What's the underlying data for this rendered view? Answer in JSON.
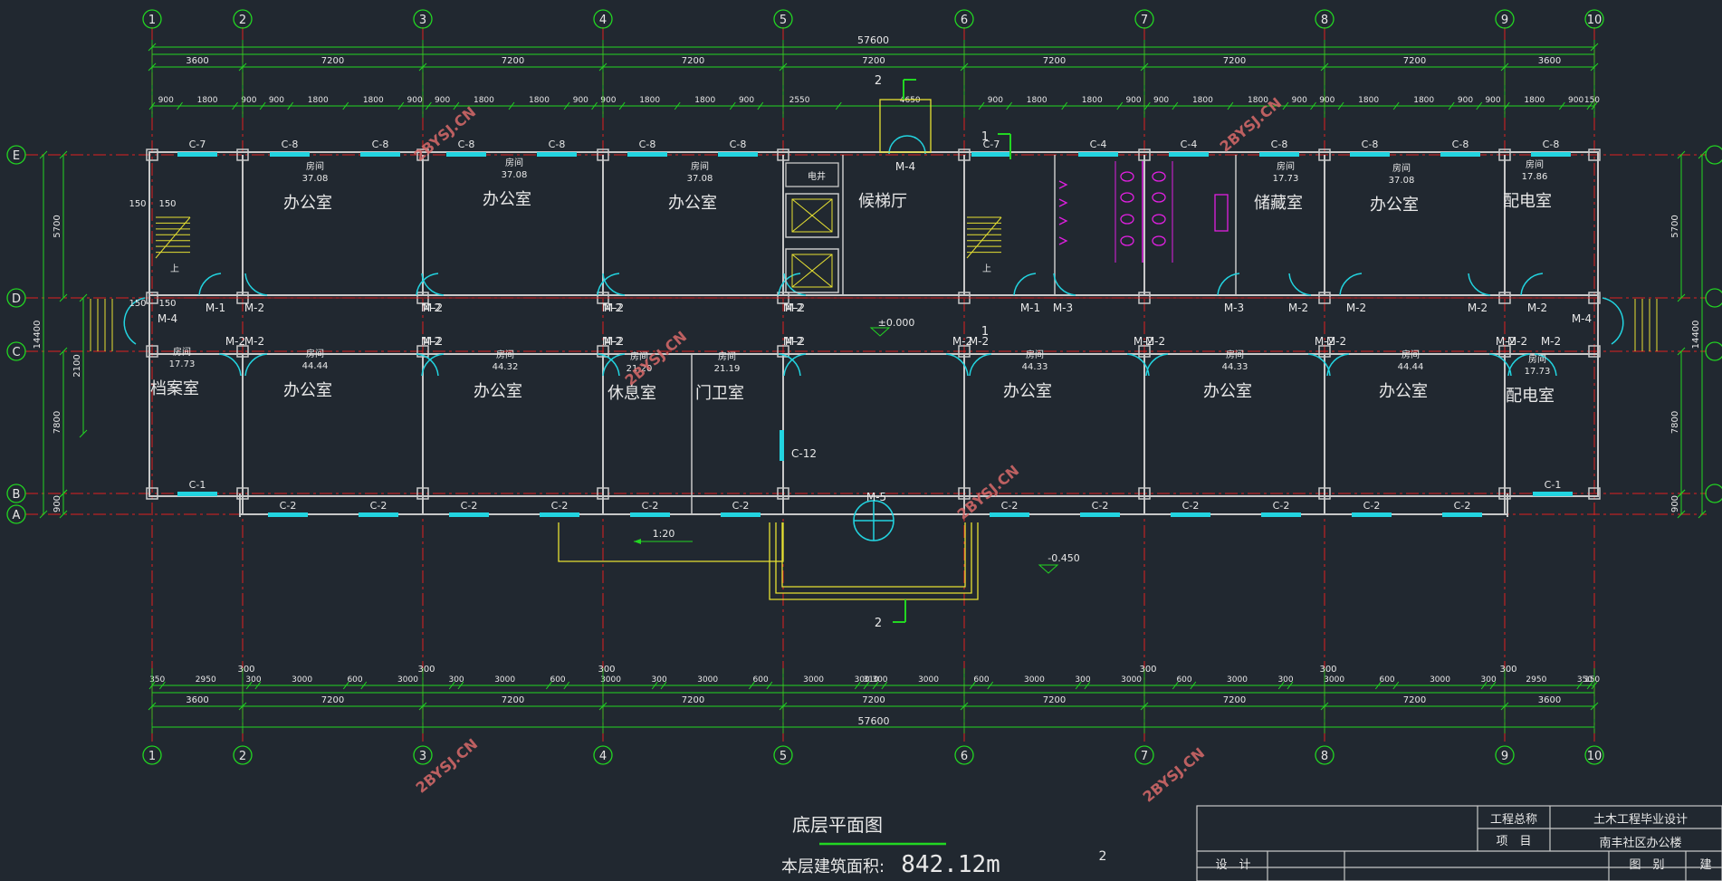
{
  "colors": {
    "background": "#212830",
    "axis": "#e02020",
    "dimension": "#22d622",
    "wall": "#c8c8c8",
    "door": "#22d4e0",
    "stair": "#e6e032",
    "fixture": "#e020e0",
    "watermark": "#d96a6a",
    "text": "#e8e8e8"
  },
  "grid": {
    "vertical_labels": [
      "1",
      "2",
      "3",
      "4",
      "5",
      "6",
      "7",
      "8",
      "9",
      "10"
    ],
    "horizontal_labels": [
      "E",
      "D",
      "C",
      "B",
      "A"
    ]
  },
  "dimensions": {
    "overall": "57600",
    "bays_top": [
      "3600",
      "7200",
      "7200",
      "7200",
      "7200",
      "7200",
      "7200",
      "7200",
      "3600"
    ],
    "detail_top": [
      "900",
      "1800",
      "900",
      "900",
      "1800",
      "1800",
      "900",
      "900",
      "1800",
      "1800",
      "900",
      "900",
      "1800",
      "1800",
      "900",
      "2550",
      "4650",
      "900",
      "1800",
      "1800",
      "900",
      "900",
      "1800",
      "1800",
      "900",
      "900",
      "1800",
      "1800",
      "900",
      "900",
      "1800",
      "900",
      "150"
    ],
    "detail_bottom": [
      "350",
      "2950",
      "300",
      "3000",
      "600",
      "3000",
      "300",
      "3000",
      "600",
      "3000",
      "300",
      "3000",
      "600",
      "3000",
      "300",
      "310",
      "300",
      "3000",
      "600",
      "3000",
      "300",
      "3000",
      "600",
      "3000",
      "300",
      "3000",
      "600",
      "3000",
      "300",
      "2950",
      "350",
      "150"
    ],
    "left_side": [
      "5700",
      "14400",
      "2100",
      "7800",
      "900"
    ],
    "right_side": [
      "5700",
      "14400",
      "7800",
      "900"
    ],
    "bays_bottom": [
      "3600",
      "7200",
      "7200",
      "7200",
      "7200",
      "7200",
      "7200",
      "7200",
      "3600"
    ],
    "small": [
      "150",
      "150",
      "150",
      "150",
      "300",
      "300",
      "300",
      "300",
      "300",
      "300"
    ]
  },
  "rooms": [
    {
      "name": "办公室",
      "label": "房间",
      "area": "37.08"
    },
    {
      "name": "办公室",
      "label": "房间",
      "area": "37.08"
    },
    {
      "name": "办公室",
      "label": "房间",
      "area": "37.08"
    },
    {
      "name": "候梯厅",
      "label": "",
      "area": ""
    },
    {
      "name": "储藏室",
      "label": "房间",
      "area": "17.73"
    },
    {
      "name": "办公室",
      "label": "房间",
      "area": "37.08"
    },
    {
      "name": "配电室",
      "label": "房间",
      "area": "17.86"
    },
    {
      "name": "档案室",
      "label": "房间",
      "area": "17.73"
    },
    {
      "name": "办公室",
      "label": "房间",
      "area": "44.44"
    },
    {
      "name": "办公室",
      "label": "房间",
      "area": "44.32"
    },
    {
      "name": "休息室",
      "label": "房间",
      "area": "21.20"
    },
    {
      "name": "门卫室",
      "label": "房间",
      "area": "21.19"
    },
    {
      "name": "办公室",
      "label": "房间",
      "area": "44.33"
    },
    {
      "name": "办公室",
      "label": "房间",
      "area": "44.33"
    },
    {
      "name": "办公室",
      "label": "房间",
      "area": "44.44"
    },
    {
      "name": "配电室",
      "label": "房间",
      "area": "17.73"
    }
  ],
  "openings": {
    "windows_top": [
      "C-7",
      "C-8",
      "C-8",
      "C-8",
      "C-8",
      "C-8",
      "C-8",
      "C-7",
      "C-4",
      "C-4",
      "C-8",
      "C-8",
      "C-8",
      "C-8"
    ],
    "windows_bottom": [
      "C-1",
      "C-2",
      "C-2",
      "C-2",
      "C-2",
      "C-2",
      "C-2",
      "C-2",
      "C-2",
      "C-2",
      "C-2",
      "C-2",
      "C-2",
      "C-1"
    ],
    "window_side": "C-12",
    "doors_upper": [
      "M-1",
      "M-2",
      "M-2",
      "M-2",
      "M-2",
      "M-2",
      "M-2",
      "M-2",
      "M-1",
      "M-3",
      "M-3",
      "M-2",
      "M-2",
      "M-2",
      "M-2"
    ],
    "doors_lower": [
      "M-2",
      "M-2",
      "M-2",
      "M-2",
      "M-2",
      "M-2",
      "M-2",
      "M-2",
      "M-2",
      "M-2",
      "M-2",
      "M-2",
      "M-2",
      "M-2",
      "M-2",
      "M-2",
      "M-2"
    ],
    "entrance_left": "M-4",
    "entrance_right": "M-4",
    "entrance_top": "M-4",
    "main_entrance": "M-5"
  },
  "labels": {
    "elevator_well": "电井",
    "stair_up_left": "上",
    "stair_up_right": "上",
    "elevation_floor": "±0.000",
    "elevation_outside": "-0.450",
    "ramp_slope": "1:20",
    "section_mark": "2",
    "section_mark_bottom": "2",
    "section_1_top": "1",
    "section_1_bottom": "1"
  },
  "watermark": "2BYSJ.CN",
  "drawing": {
    "title": "底层平面图",
    "area_label": "本层建筑面积:",
    "area_value": "842.12m",
    "area_exponent": "2"
  },
  "title_block": {
    "project_total_label": "工程总称",
    "project_total_value": "土木工程毕业设计",
    "item_label": "项　目",
    "item_value": "南丰社区办公楼",
    "design_label": "设　计",
    "drawing_category_label": "图　别",
    "drawing_category_value": "建"
  }
}
